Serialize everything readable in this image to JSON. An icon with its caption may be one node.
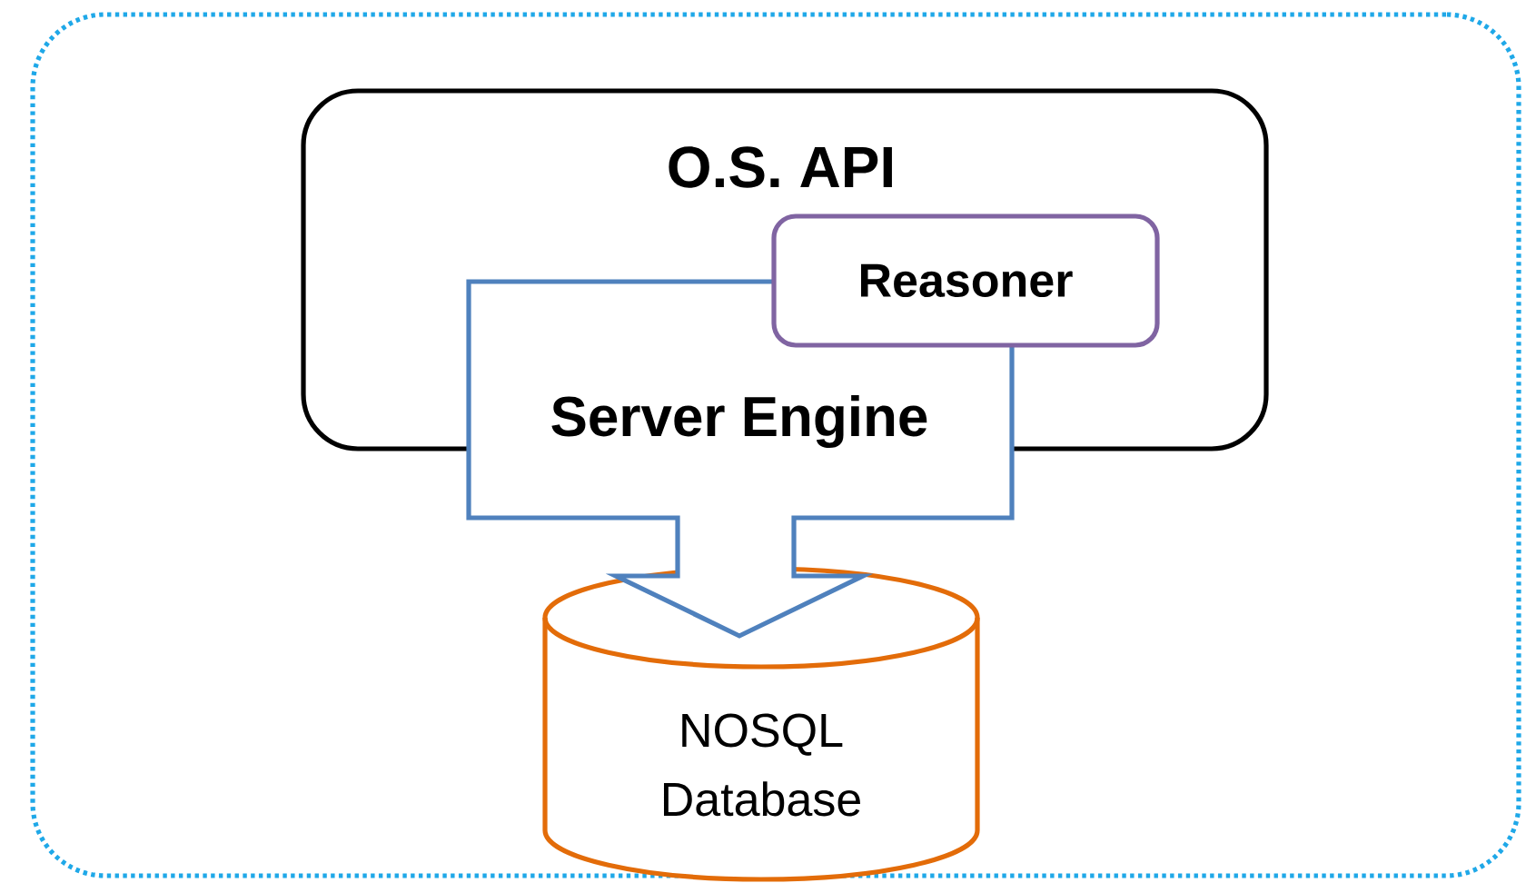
{
  "diagram": {
    "nodes": [
      {
        "text": [],
        "shape": "box"
      },
      {
        "text": [
          "O.S. API"
        ],
        "in": 0
      },
      {
        "text": [
          "Server Engine"
        ],
        "in": 0
      },
      {
        "text": [
          "Reasoner"
        ],
        "in": 1
      },
      {
        "text": [
          "NOSQL Database"
        ],
        "in": 0
      }
    ]
  }
}
